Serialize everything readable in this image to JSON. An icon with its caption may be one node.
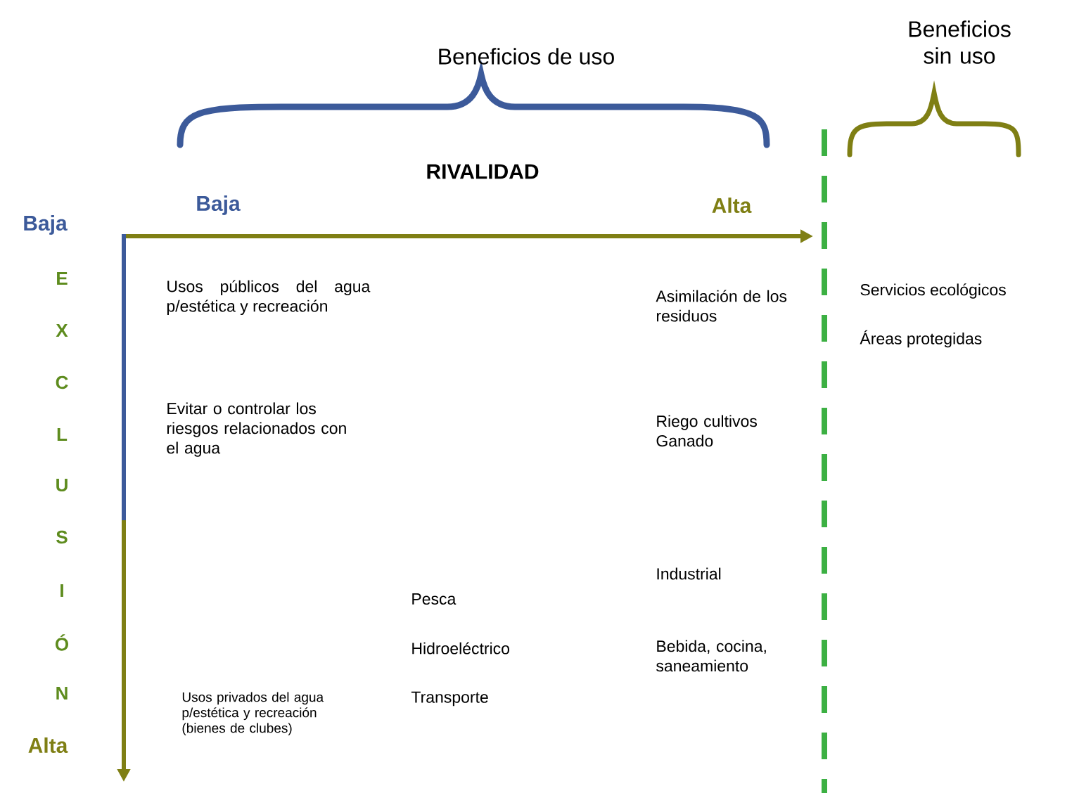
{
  "diagram": {
    "labels": [
      "Beneficios de uso",
      "Beneficios sin uso",
      "RIVALIDAD",
      "Baja",
      "Alta",
      "Baja",
      "E",
      "X",
      "C",
      "L",
      "U",
      "S",
      "I",
      "Ó",
      "N",
      "Alta",
      "Usos públicos del agua p/estética y recreación",
      "Asimilación de los residuos",
      "Servicios ecológicos",
      "Áreas protegidas",
      "Evitar o controlar los riesgos relacionados con el agua",
      "Riego cultivos Ganado",
      "Industrial",
      "Pesca",
      "Hidroeléctrico",
      "Bebida, cocina, saneamiento",
      "Transporte",
      "Usos privados del agua p/estética y recreación (bienes de clubes)"
    ]
  }
}
